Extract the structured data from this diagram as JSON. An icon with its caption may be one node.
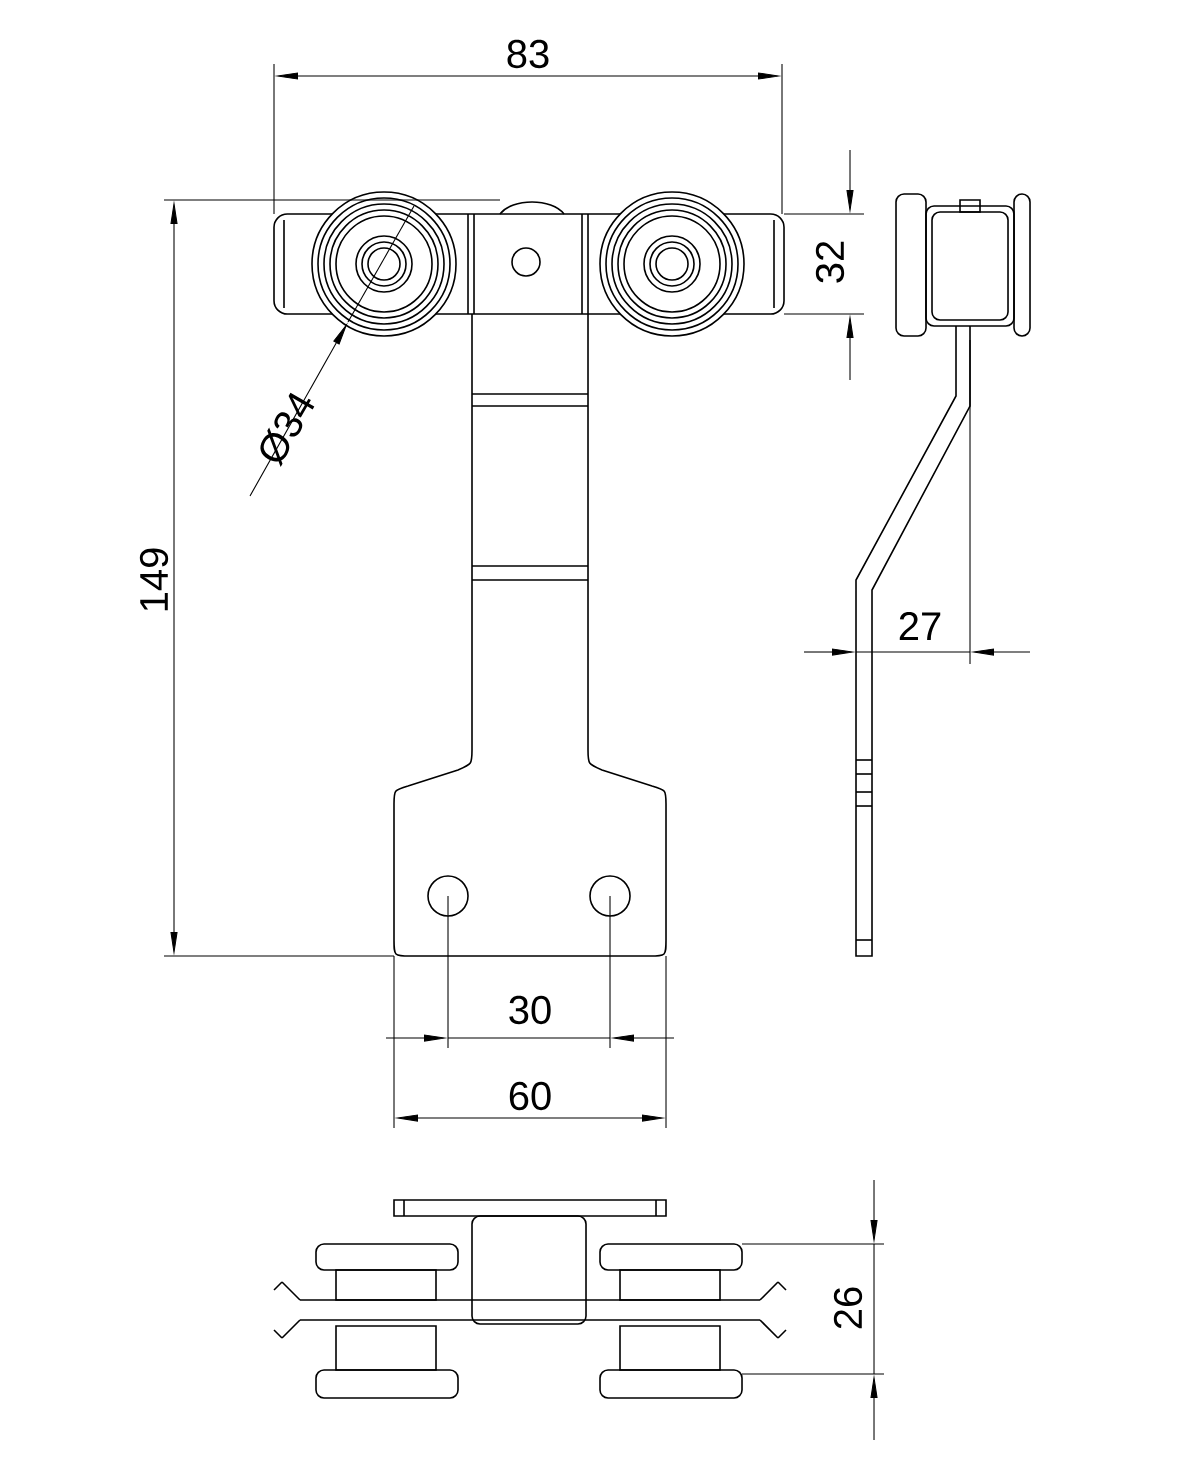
{
  "diagram": {
    "labels": [
      "83",
      "32",
      "Ø34",
      "149",
      "27",
      "30",
      "60",
      "26"
    ]
  }
}
